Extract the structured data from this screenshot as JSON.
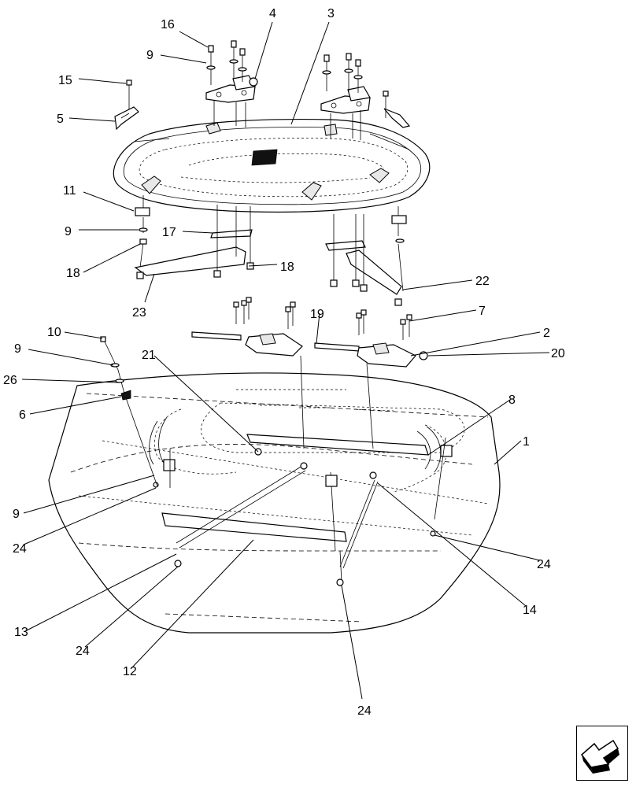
{
  "callouts": {
    "c16": "16",
    "c4": "4",
    "c3": "3",
    "c9a": "9",
    "c15": "15",
    "c5": "5",
    "c11": "11",
    "c9b": "9",
    "c18a": "18",
    "c17": "17",
    "c18b": "18",
    "c22": "22",
    "c23": "23",
    "c10": "10",
    "c19": "19",
    "c7": "7",
    "c2": "2",
    "c20": "20",
    "c21": "21",
    "c9c": "9",
    "c26": "26",
    "c6": "6",
    "c8": "8",
    "c1": "1",
    "c9d": "9",
    "c24a": "24",
    "c24b": "24",
    "c13": "13",
    "c24c": "24",
    "c12": "12",
    "c14": "14",
    "c24d": "24"
  },
  "nav": {
    "icon": "next-page-arrow-icon"
  }
}
